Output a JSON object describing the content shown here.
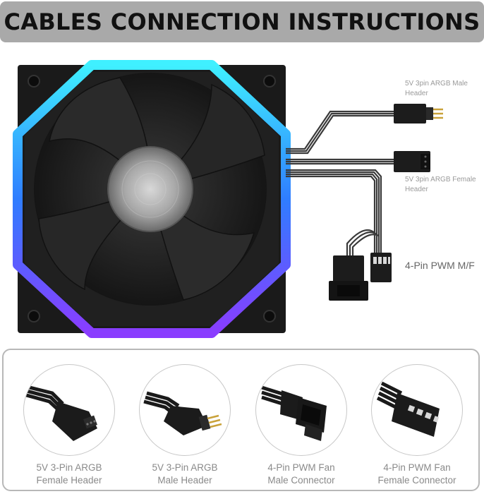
{
  "header": {
    "title": "CABLES CONNECTION INSTRUCTIONS"
  },
  "diagram": {
    "connectors": [
      {
        "line1": "5V 3pin ARGB Male",
        "line2": "Header"
      },
      {
        "line1": "5V 3pin ARGB Female",
        "line2": "Header"
      }
    ],
    "pwm_label": "4-Pin PWM M/F"
  },
  "connector_panel": {
    "items": [
      {
        "line1": "5V 3-Pin ARGB",
        "line2": "Female Header",
        "icon": "argb-female-connector-icon"
      },
      {
        "line1": "5V 3-Pin ARGB",
        "line2": "Male Header",
        "icon": "argb-male-connector-icon"
      },
      {
        "line1": "4-Pin PWM Fan",
        "line2": "Male Connector",
        "icon": "pwm-male-connector-icon"
      },
      {
        "line1": "4-Pin PWM Fan",
        "line2": "Female Connector",
        "icon": "pwm-female-connector-icon"
      }
    ]
  },
  "colors": {
    "title_bar": "#a9a9a9",
    "rgb_cyan": "#3ff0ff",
    "rgb_blue": "#3a6bff",
    "rgb_purple": "#8a3cff"
  }
}
